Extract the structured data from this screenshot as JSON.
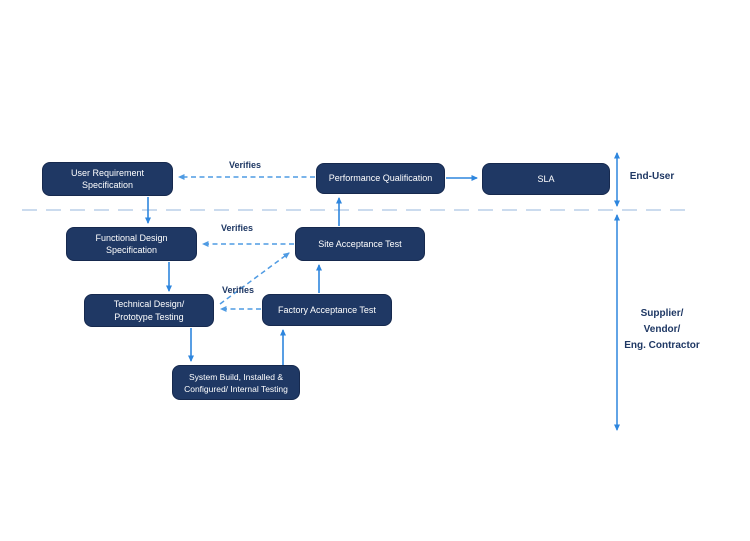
{
  "colors": {
    "background": "#FFFFFF",
    "box_fill": "#1F3864",
    "box_border": "#16294E",
    "box_text": "#FFFFFF",
    "arrow_solid": "#2E86DE",
    "arrow_dashed": "#4F9BE3",
    "divider": "#CBDBEE",
    "label_text": "#1F3864"
  },
  "nodes": {
    "urs": {
      "lines": [
        "User Requirement",
        "Specification"
      ]
    },
    "pq": {
      "lines": [
        "Performance Qualification"
      ]
    },
    "sla": {
      "lines": [
        "SLA"
      ]
    },
    "fds": {
      "lines": [
        "Functional Design",
        "Specification"
      ]
    },
    "sat": {
      "lines": [
        "Site Acceptance Test"
      ]
    },
    "td": {
      "lines": [
        "Technical Design/",
        "Prototype Testing"
      ]
    },
    "fat": {
      "lines": [
        "Factory Acceptance Test"
      ]
    },
    "build": {
      "lines": [
        "System Build, Installed &",
        "Configured/ Internal Testing"
      ]
    }
  },
  "edge_labels": {
    "verifies_top": "Verifies",
    "verifies_mid": "Verifies",
    "verifies_bottom": "Verifies"
  },
  "side_labels": {
    "end_user": "End-User",
    "supplier_lines": [
      "Supplier/",
      "Vendor/",
      "Eng. Contractor"
    ]
  }
}
